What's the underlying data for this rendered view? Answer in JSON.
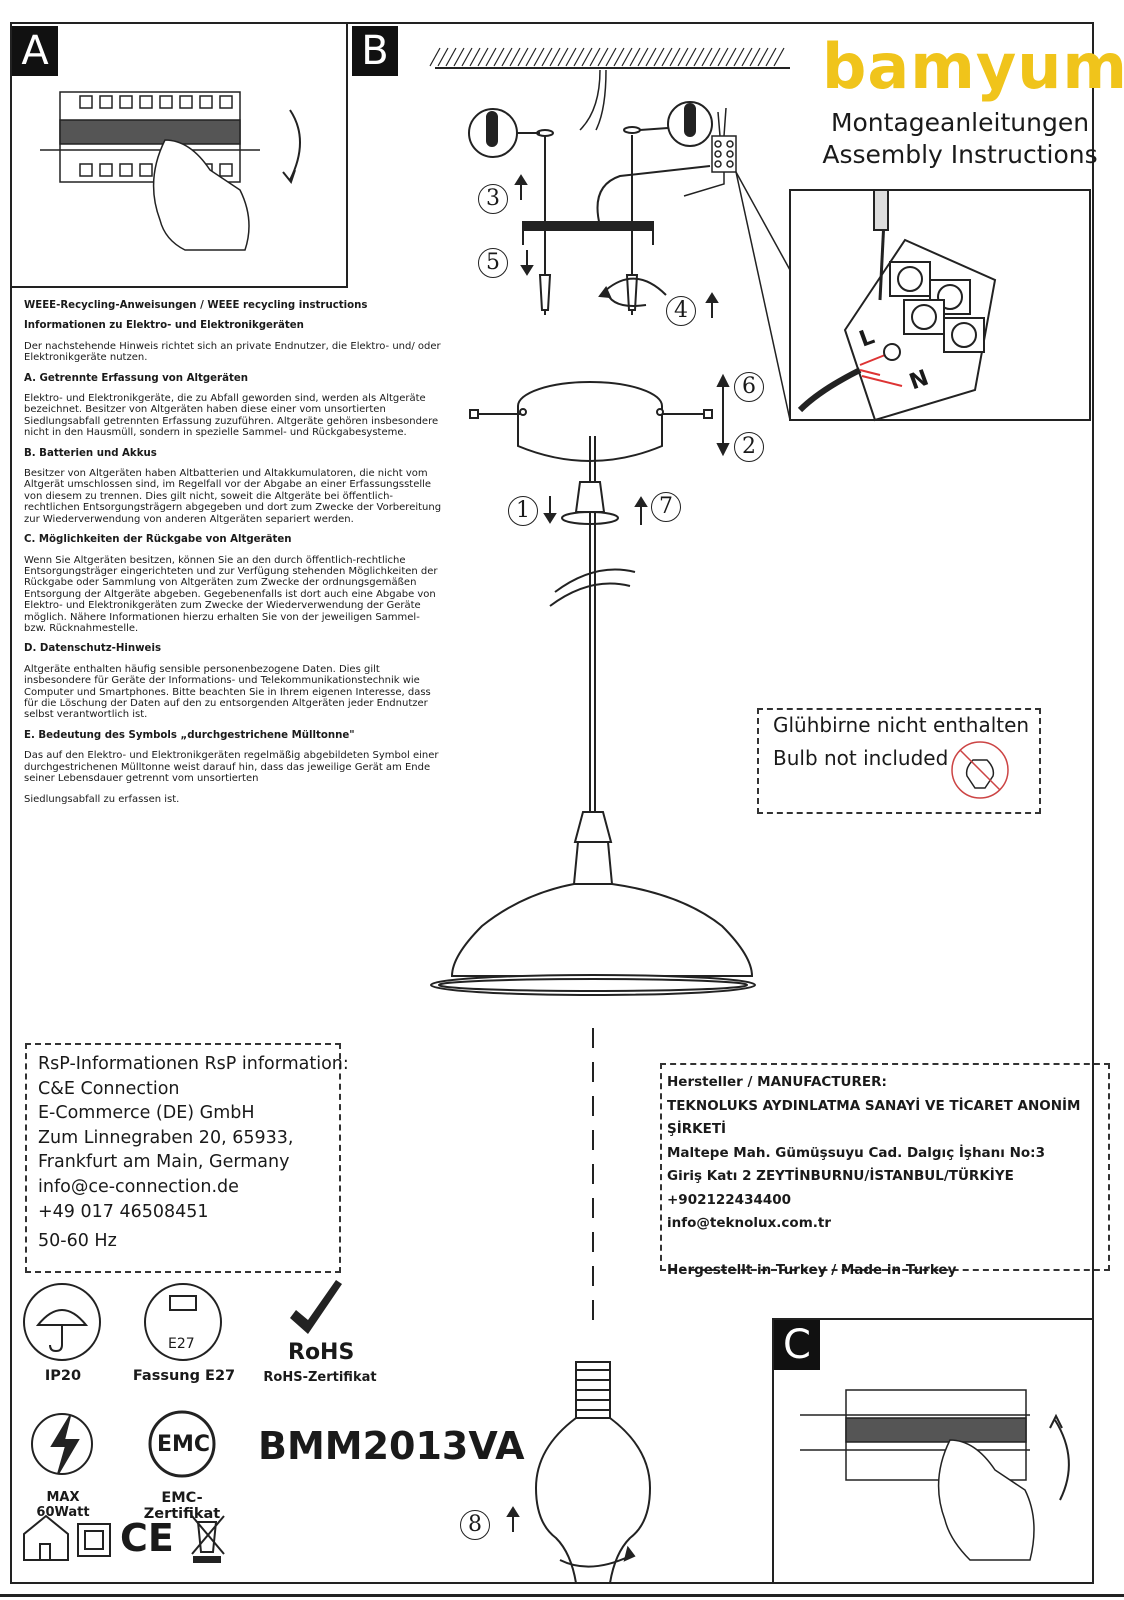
{
  "brand": {
    "name": "bamyum",
    "title_de": "Montageanleitungen",
    "title_en": "Assembly Instructions"
  },
  "panels": {
    "a": "A",
    "b": "B",
    "c": "C"
  },
  "weee": {
    "title": "WEEE-Recycling-Anweisungen / WEEE recycling instructions",
    "intro_heading": "Informationen zu Elektro- und Elektronikgeräten",
    "intro_text": "Der nachstehende Hinweis richtet sich an private Endnutzer, die Elektro- und/ oder Elektronikgeräte nutzen.",
    "section_a_heading": "A. Getrennte Erfassung von Altgeräten",
    "section_a_text": "Elektro- und Elektronikgeräte, die zu Abfall geworden sind, werden als Altgeräte bezeichnet. Besitzer von Altgeräten haben diese einer vom unsortierten Siedlungsabfall getrennten Erfassung zuzuführen. Altgeräte gehören insbesondere nicht in den Hausmüll, sondern in spezielle Sammel- und Rückgabesysteme.",
    "section_b_heading": "B. Batterien und Akkus",
    "section_b_text": "Besitzer von Altgeräten haben Altbatterien und Altakkumulatoren, die nicht vom Altgerät umschlossen sind, im Regelfall vor der Abgabe an einer Erfassungsstelle von diesem zu trennen. Dies gilt nicht, soweit die Altgeräte bei öffentlich-rechtlichen Entsorgungsträgern abgegeben und dort zum Zwecke der Vorbereitung zur Wiederverwendung von anderen Altgeräten separiert werden.",
    "section_c_heading": "C. Möglichkeiten der Rückgabe von Altgeräten",
    "section_c_text": "Wenn Sie Altgeräten besitzen, können Sie an den durch öffentlich-rechtliche Entsorgungsträger eingerichteten und zur Verfügung stehenden Möglichkeiten der Rückgabe oder Sammlung von Altgeräten zum Zwecke der ordnungsgemäßen Entsorgung der Altgeräte abgeben. Gegebenenfalls ist dort auch eine Abgabe von Elektro- und Elektronikgeräten zum Zwecke der Wiederverwendung der Geräte möglich. Nähere Informationen hierzu erhalten Sie von der jeweiligen Sammel- bzw. Rücknahmestelle.",
    "section_d_heading": "D. Datenschutz-Hinweis",
    "section_d_text": "Altgeräte enthalten häufig sensible personenbezogene Daten. Dies gilt insbesondere für Geräte der Informations- und Telekommunikationstechnik wie Computer und Smartphones. Bitte beachten Sie in Ihrem eigenen Interesse, dass für die Löschung der Daten auf den zu entsorgenden Altgeräten jeder Endnutzer selbst verantwortlich ist.",
    "section_e_heading": "E. Bedeutung des Symbols „durchgestrichene Mülltonne\"",
    "section_e_text": "Das auf den Elektro- und Elektronikgeräten regelmäßig abgebildeten Symbol einer durchgestrichenen Mülltonne weist darauf hin, dass das jeweilige Gerät am Ende seiner Lebensdauer getrennt vom unsortierten",
    "section_e_text2": "Siedlungsabfall zu erfassen ist."
  },
  "steps": {
    "s1": "1",
    "s2": "2",
    "s3": "3",
    "s4": "4",
    "s5": "5",
    "s6": "6",
    "s7": "7",
    "s8": "8"
  },
  "wiring": {
    "l": "L",
    "n": "N"
  },
  "bulb_note": {
    "de": "Glühbirne nicht enthalten",
    "en": "Bulb not included"
  },
  "rsp": {
    "line1": "RsP-Informationen RsP information:",
    "line2": "C&E Connection",
    "line3": "E-Commerce (DE) GmbH",
    "line4": "Zum Linnegraben 20, 65933,",
    "line5": "Frankfurt am Main, Germany",
    "line6": "info@ce-connection.de",
    "line7": "+49 017 46508451",
    "line8": "50-60 Hz"
  },
  "manufacturer": {
    "line1": "Hersteller / MANUFACTURER:",
    "line2": "TEKNOLUKS AYDINLATMA SANAYİ VE TİCARET ANONİM ŞİRKETİ",
    "line3": "Maltepe Mah. Gümüşsuyu Cad. Dalgıç İşhanı No:3",
    "line4": "Giriş Katı 2 ZEYTİNBURNU/İSTANBUL/TÜRKİYE",
    "line5": "+902122434400",
    "line6": "info@teknolux.com.tr",
    "line7": "Hergestellt in Turkey / Made in Turkey"
  },
  "certs": {
    "ip": "IP20",
    "socket_icon_text": "E27",
    "socket": "Fassung E27",
    "rohs_icon_text": "RoHS",
    "rohs": "RoHS-Zertifikat",
    "max": "MAX 60Watt",
    "emc_icon_text": "EMC",
    "emc": "EMC-Zertifikat",
    "ce": "CE"
  },
  "model": "BMM2013VA"
}
